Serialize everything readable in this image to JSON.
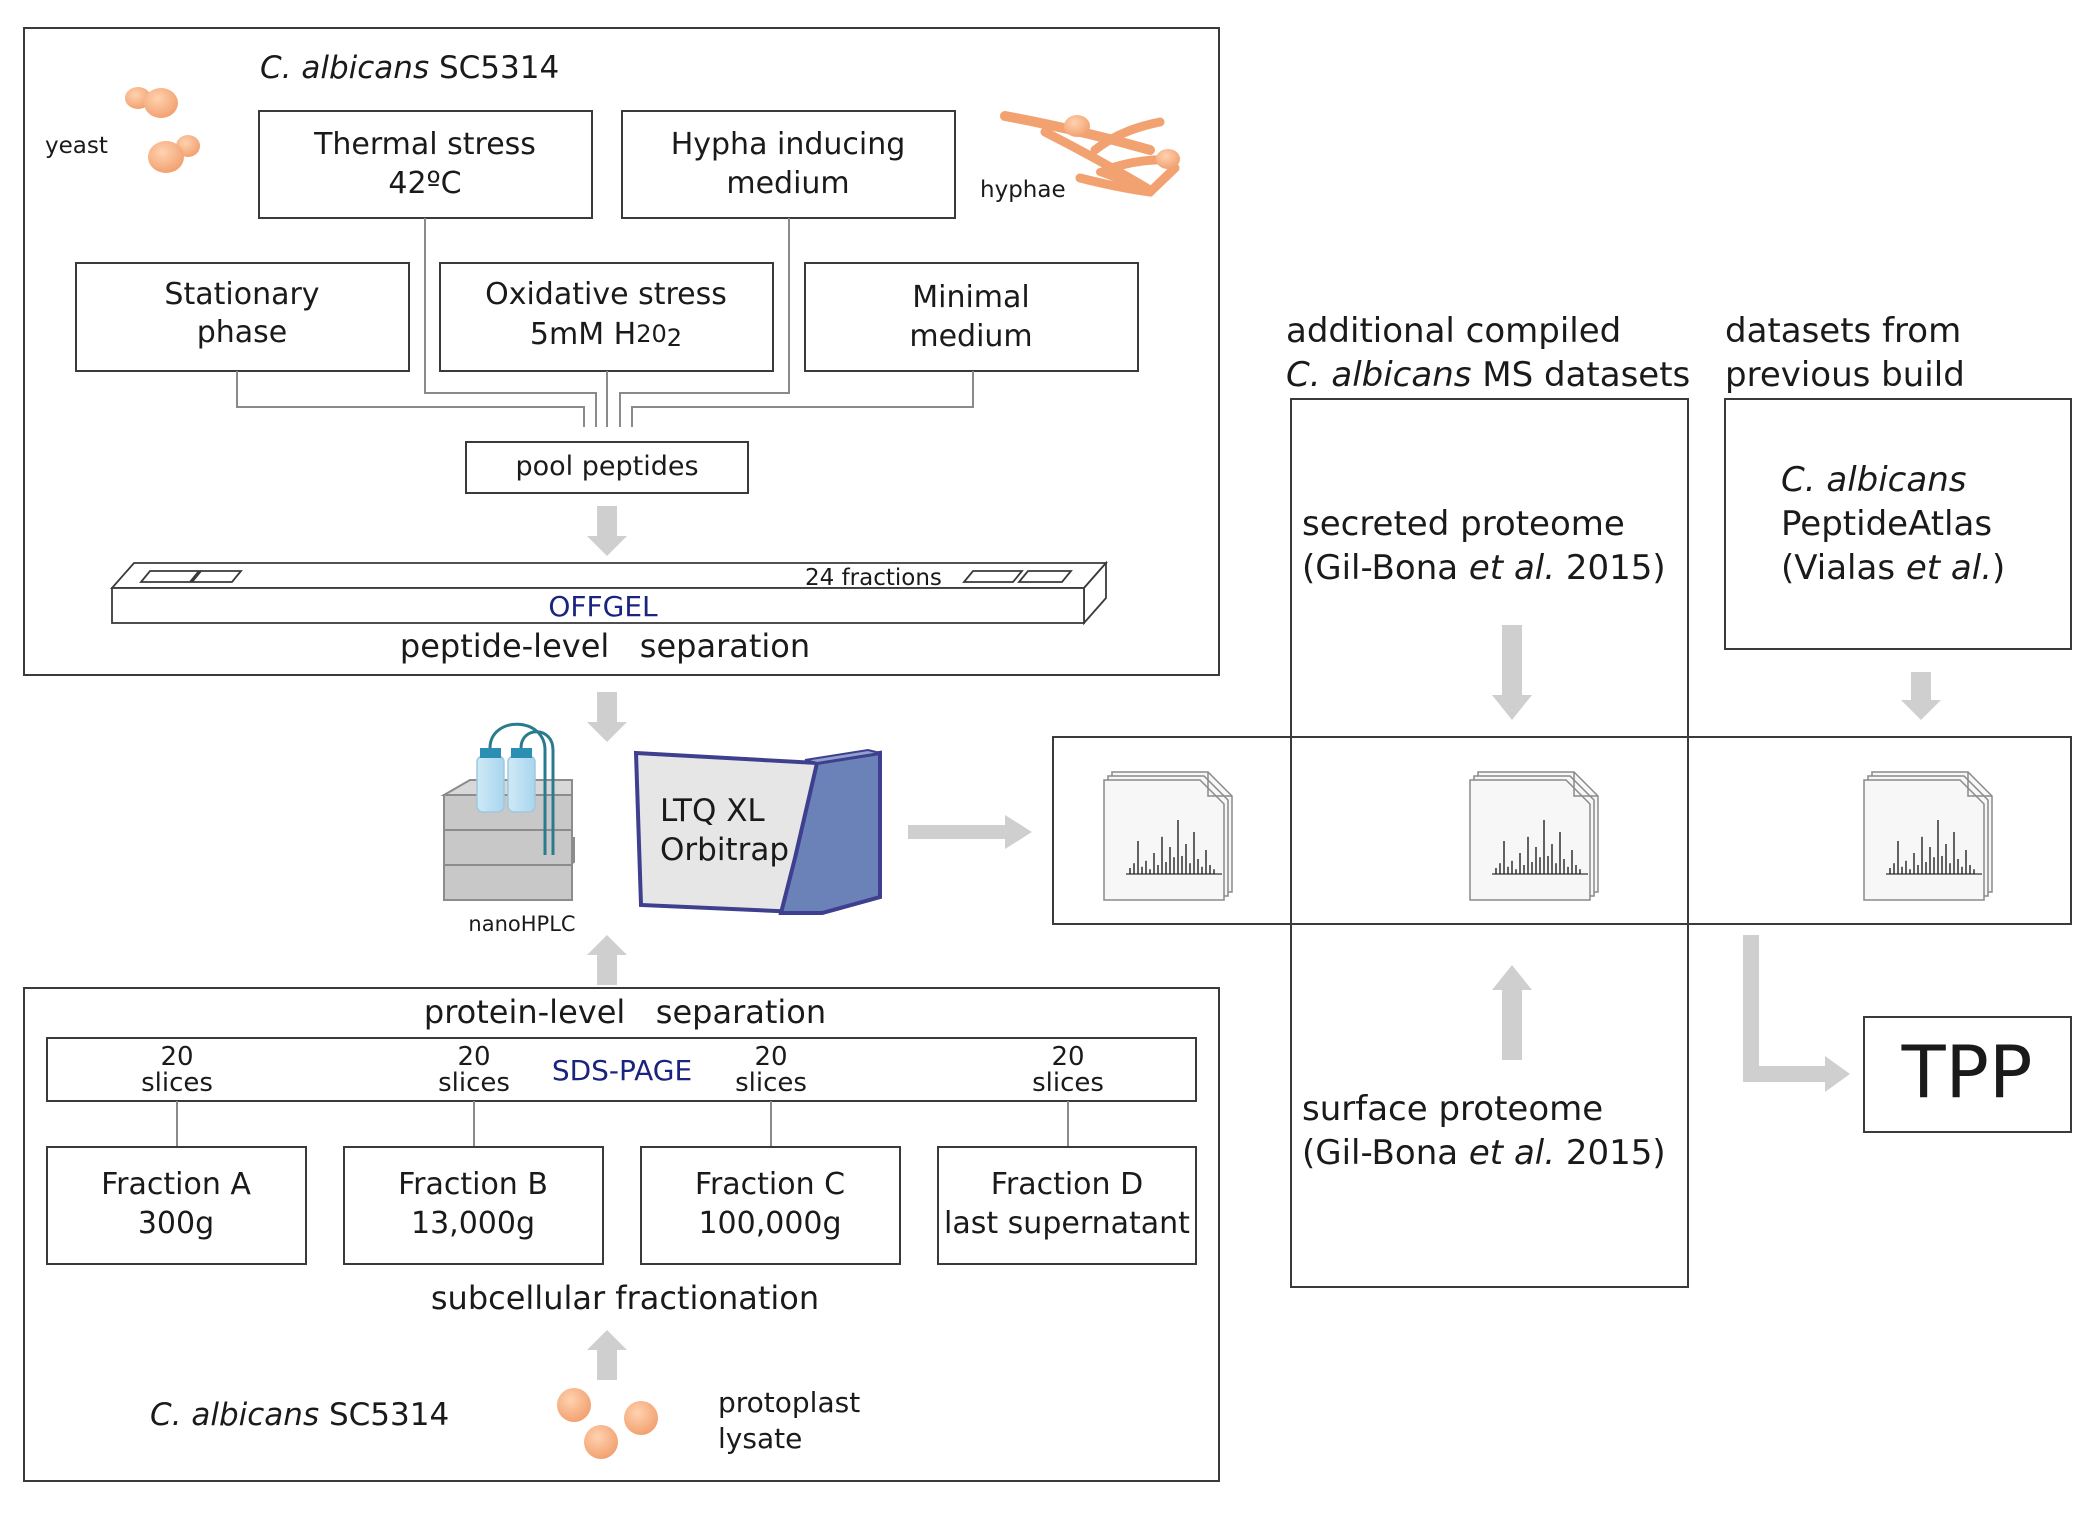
{
  "top_panel": {
    "organism_species": "C. albicans",
    "organism_strain": "SC5314",
    "yeast_label": "yeast",
    "hyphae_label": "hyphae",
    "conditions": {
      "thermal": [
        "Thermal stress",
        "42ºC"
      ],
      "hypha": [
        "Hypha inducing",
        "medium"
      ],
      "stationary": [
        "Stationary",
        "phase"
      ],
      "oxidative": [
        "Oxidative stress",
        "5mM H",
        "2",
        "0",
        "2"
      ],
      "minimal": [
        "Minimal",
        "medium"
      ]
    },
    "pool_label": "pool peptides",
    "offgel_label": "OFFGEL",
    "fractions_label": "24 fractions",
    "separation_label": "peptide-level   separation"
  },
  "instrument": {
    "hplc_label": "nanoHPLC",
    "ms_line1": "LTQ XL",
    "ms_line2": "Orbitrap"
  },
  "bottom_panel": {
    "separation_label": "protein-level   separation",
    "sds_label": "SDS-PAGE",
    "slices": [
      {
        "count": "20",
        "label": "slices"
      },
      {
        "count": "20",
        "label": "slices"
      },
      {
        "count": "20",
        "label": "slices"
      },
      {
        "count": "20",
        "label": "slices"
      }
    ],
    "fractions": [
      {
        "name": "Fraction A",
        "value": "300g"
      },
      {
        "name": "Fraction B",
        "value": "13,000g"
      },
      {
        "name": "Fraction C",
        "value": "100,000g"
      },
      {
        "name": "Fraction D",
        "value": "last supernatant"
      }
    ],
    "fractionation_label": "subcellular fractionation",
    "organism_species": "C. albicans",
    "organism_strain": "SC5314",
    "lysate_line1": "protoplast",
    "lysate_line2": "lysate"
  },
  "right_panel": {
    "compiled_heading1": "additional compiled",
    "compiled_heading2_species": "C. albicans",
    "compiled_heading2_rest": " MS datasets",
    "previous_heading1": "datasets from",
    "previous_heading2": "previous build",
    "secreted_line1": "secreted proteome",
    "secreted_ref_a": "(Gil-Bona ",
    "secreted_ref_b": "et al.",
    "secreted_ref_c": " 2015)",
    "atlas_species": "C. albicans",
    "atlas_name": "PeptideAtlas",
    "atlas_ref_a": "(Vialas ",
    "atlas_ref_b": "et al.",
    "atlas_ref_c": ")",
    "surface_line1": "surface proteome",
    "surface_ref_a": "(Gil-Bona ",
    "surface_ref_b": "et al.",
    "surface_ref_c": " 2015)",
    "tpp_label": "TPP"
  }
}
